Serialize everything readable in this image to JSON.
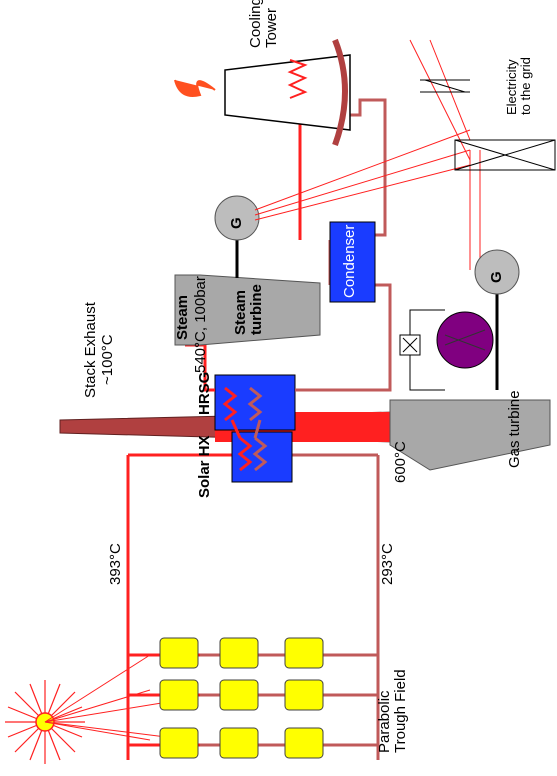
{
  "labels": {
    "cooling_tower": "Cooling\nTower",
    "electricity": "Electricity\nto the grid",
    "generator": "G",
    "generator2": "G",
    "condenser": "Condenser",
    "steam_turbine": "Steam\nturbine",
    "steam_label": "Steam",
    "steam_conditions": "540°C, 100bar",
    "stack_exhaust": "Stack Exhaust",
    "stack_temp": "~100°C",
    "hrsg": "HRSG",
    "solar_hx": "Solar HX",
    "gas_turbine": "Gas turbine",
    "temp_600": "600°C",
    "temp_393": "393°C",
    "temp_293": "293°C",
    "trough_field": "Parabolic\nTrough Field"
  },
  "colors": {
    "hot_pipe": "#ff2020",
    "cold_pipe": "#c05a5a",
    "hx_fill": "#1a3cff",
    "turbine_fill": "#a8a8a8",
    "generator_fill": "#bdbdbd",
    "gas_compressor_fill": "#800080",
    "trough_fill": "#ffff00",
    "stack_fill": "#b04040",
    "tower_fill": "#b04040",
    "sun": "#ff2020"
  }
}
